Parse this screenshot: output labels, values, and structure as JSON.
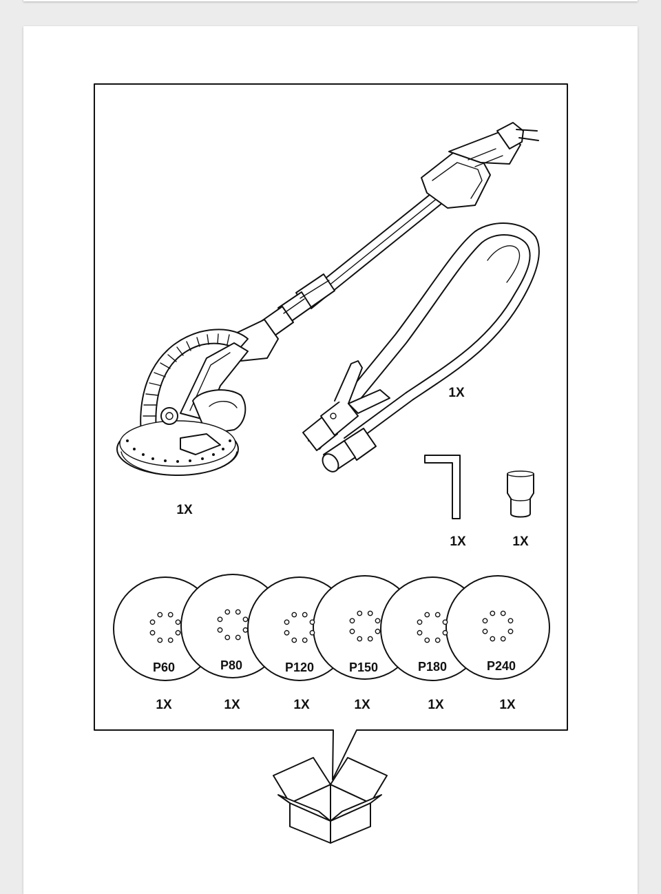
{
  "contents": {
    "sander_qty": "1X",
    "hose_qty": "1X",
    "hex_key_qty": "1X",
    "adapter_qty": "1X"
  },
  "discs": [
    {
      "grit": "P60",
      "qty": "1X"
    },
    {
      "grit": "P80",
      "qty": "1X"
    },
    {
      "grit": "P120",
      "qty": "1X"
    },
    {
      "grit": "P150",
      "qty": "1X"
    },
    {
      "grit": "P180",
      "qty": "1X"
    },
    {
      "grit": "P240",
      "qty": "1X"
    }
  ],
  "colors": {
    "line": "#111111",
    "paper": "#ffffff",
    "background": "#ececec"
  }
}
